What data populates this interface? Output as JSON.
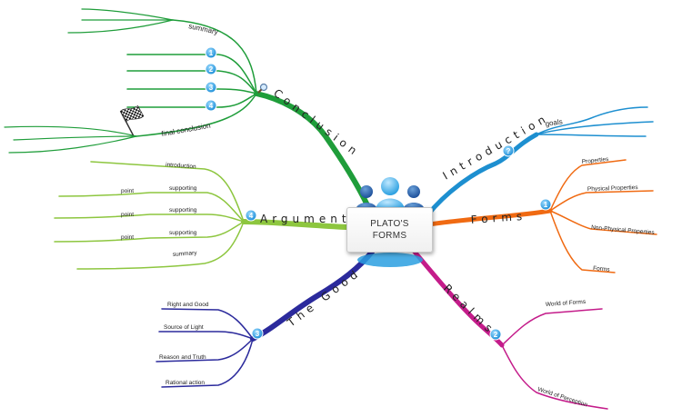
{
  "central_topic": {
    "line1": "PLATO'S",
    "line2": "FORMS"
  },
  "branches": {
    "conclusion": {
      "label": "Conclusion",
      "color": "#1f9d3a",
      "subtopics": [
        "summary",
        "1",
        "2",
        "3",
        "4",
        "final conclusion"
      ]
    },
    "introduction": {
      "label": "Introduction",
      "badge": "?",
      "color": "#1d8fd0",
      "subtopics": [
        "goals"
      ]
    },
    "forms": {
      "label": "Forms",
      "badge": "1",
      "color": "#f06a12",
      "subtopics": [
        "Properties",
        "Physical Properties",
        "Non-Physical Properties",
        "Forms"
      ]
    },
    "realms": {
      "label": "Realms",
      "badge": "2",
      "color": "#c41c8a",
      "subtopics": [
        "World of Forms",
        "World of Perception"
      ]
    },
    "the_good": {
      "label": "The Good",
      "badge": "3",
      "color": "#2b2a9c",
      "subtopics": [
        "Right and Good",
        "Source of Light",
        "Reason and Truth",
        "Rational action"
      ]
    },
    "argument": {
      "label": "Argument",
      "badge": "4",
      "color": "#8dc63f",
      "subtopics": [
        "introduction",
        "supporting",
        "supporting",
        "supporting",
        "summary"
      ],
      "points": [
        "point",
        "point",
        "point"
      ]
    }
  },
  "icons": {
    "conclusion": "magnifier-icon",
    "final_conclusion": "checkered-flag-icon",
    "central": "people-group-icon"
  }
}
